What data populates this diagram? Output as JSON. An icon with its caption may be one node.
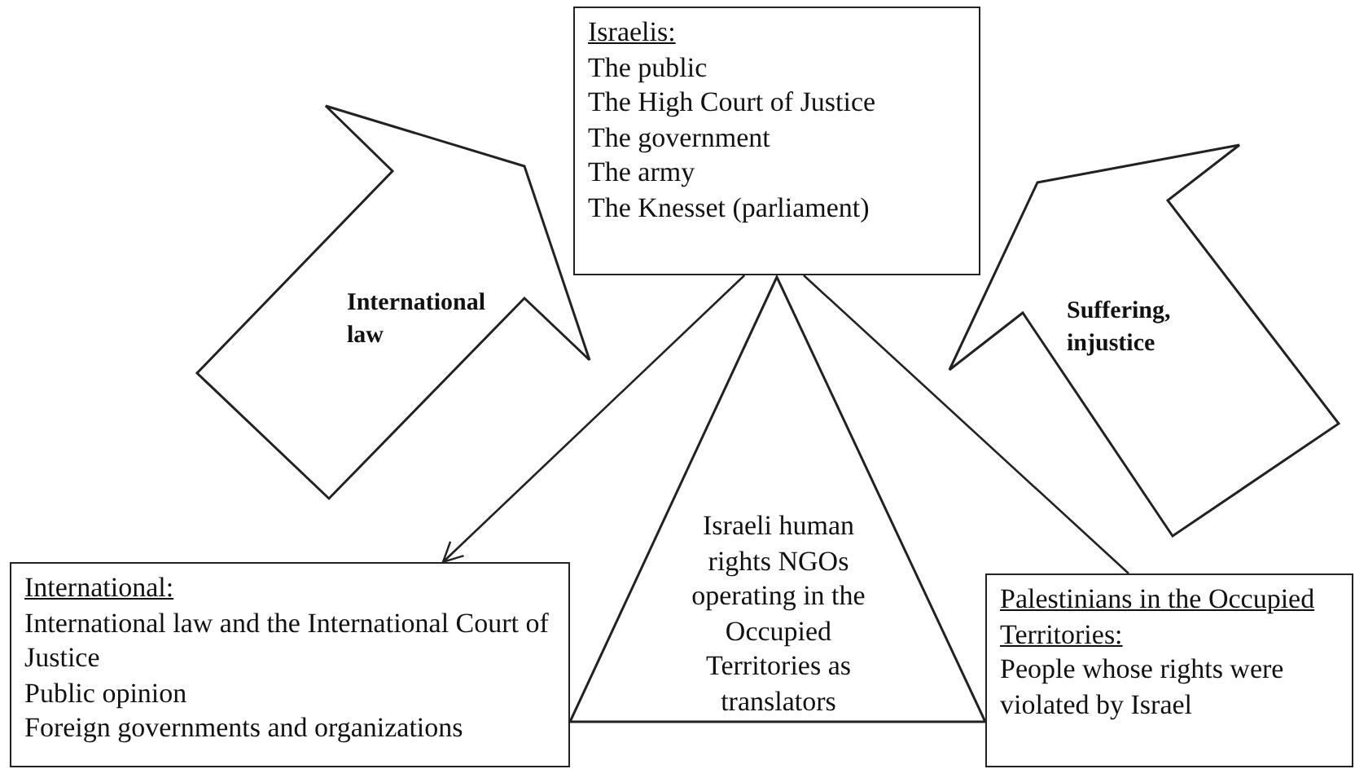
{
  "diagram": {
    "nodes": [
      {
        "text": [
          "Israelis:",
          "The public",
          "The High Court of Justice",
          "The government",
          "The army",
          "The Knesset (parliament)"
        ]
      },
      {
        "text": [
          "International law"
        ]
      },
      {
        "text": [
          "Suffering, injustice"
        ]
      },
      {
        "text": [
          "Israeli human rights NGOs operating in the Occupied Territories as translators"
        ]
      },
      {
        "text": [
          "International:",
          "International law and the International Court of Justice",
          "Public opinion",
          "Foreign governments and organizations"
        ]
      },
      {
        "text": [
          "Palestinians in the Occupied Territories:",
          "People whose rights were violated by Israel"
        ]
      }
    ],
    "edges": [
      {
        "from": 0,
        "to": 4,
        "arrow": "to"
      },
      {
        "from": 0,
        "to": 5,
        "arrow": "none"
      }
    ]
  }
}
